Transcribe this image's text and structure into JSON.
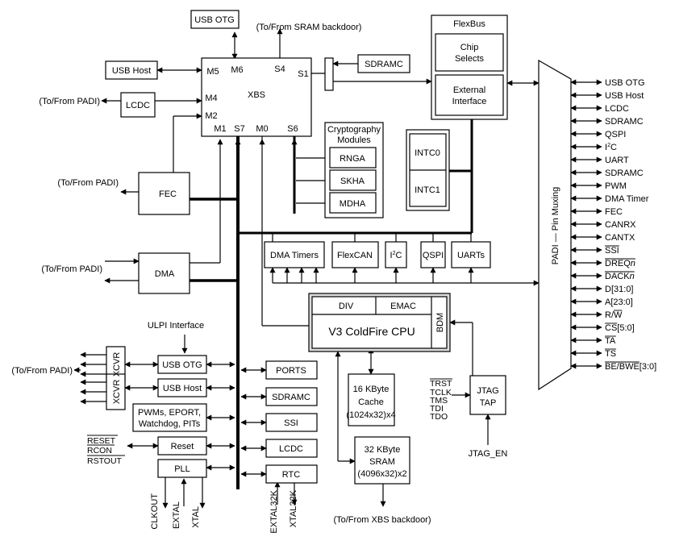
{
  "blocks": {
    "usb_otg_top": "USB OTG",
    "sram_backdoor": "(To/From SRAM backdoor)",
    "xbs": "XBS",
    "usb_host_top": "USB Host",
    "lcdc_top": "LCDC",
    "fec": "FEC",
    "dma": "DMA",
    "sdramc_top": "SDRAMC",
    "flexbus": "FlexBus",
    "chip_selects": [
      "Chip",
      "Selects"
    ],
    "external_interface": [
      "External",
      "Interface"
    ],
    "crypto_title": [
      "Cryptography",
      "Modules"
    ],
    "rnga": "RNGA",
    "skha": "SKHA",
    "mdha": "MDHA",
    "intc0": "INTC0",
    "intc1": "INTC1",
    "dma_timers": "DMA Timers",
    "flexcan": "FlexCAN",
    "i2c_base": "I",
    "i2c_sup": "2",
    "i2c_tail": "C",
    "qspi": "QSPI",
    "uarts": "UARTs",
    "div": "DIV",
    "emac": "EMAC",
    "bdm": "BDM",
    "cpu": "V3 ColdFire CPU",
    "cache": [
      "16 KByte",
      "Cache",
      "(1024x32)x4"
    ],
    "sram": [
      "32 KByte",
      "SRAM",
      "(4096x32)x2"
    ],
    "xbs_backdoor": "(To/From XBS backdoor)",
    "jtag": [
      "JTAG",
      "TAP"
    ],
    "jtag_en": "JTAG_EN",
    "ulpi": "ULPI Interface",
    "usb_otg_bottom": "USB OTG",
    "usb_host_bottom": "USB Host",
    "xcvr": "XCVR",
    "pwms": [
      "PWMs, EPORT,",
      "Watchdog, PITs"
    ],
    "reset": "Reset",
    "pll": "PLL",
    "ports": "PORTS",
    "sdramc_bottom": "SDRAMC",
    "ssi": "SSI",
    "lcdc_bottom": "LCDC",
    "rtc": "RTC",
    "padi_mux": "PADI — Pin Muxing"
  },
  "ports": {
    "m5": "M5",
    "m6": "M6",
    "s4": "S4",
    "s1": "S1",
    "m4": "M4",
    "m2": "M2",
    "m1": "M1",
    "s7": "S7",
    "m0": "M0",
    "s6": "S6"
  },
  "external_labels": {
    "padi_1": "(To/From PADI)",
    "padi_2": "(To/From PADI)",
    "padi_3": "(To/From PADI)",
    "padi_4": "(To/From PADI)"
  },
  "reset_signals": [
    "RESET",
    "RCON",
    "RSTOUT"
  ],
  "clock_signals": [
    "CLKOUT",
    "EXTAL",
    "XTAL"
  ],
  "rtc_signals": [
    "EXTAL32K",
    "XTAL32K"
  ],
  "jtag_signals": [
    "TRST",
    "TCLK",
    "TMS",
    "TDI",
    "TDO"
  ],
  "pin_signals": [
    {
      "text": "USB OTG"
    },
    {
      "text": "USB Host"
    },
    {
      "text": "LCDC"
    },
    {
      "text": "SDRAMC"
    },
    {
      "text": "QSPI"
    },
    {
      "text": "I",
      "sup": "2",
      "tail": "C"
    },
    {
      "text": "UART"
    },
    {
      "text": "SDRAMC"
    },
    {
      "text": "PWM"
    },
    {
      "text": "DMA Timer"
    },
    {
      "text": "FEC"
    },
    {
      "text": "CANRX"
    },
    {
      "text": "CANTX"
    },
    {
      "text": "SSI",
      "over": true
    },
    {
      "text": "DREQ",
      "italic": "n",
      "over": true
    },
    {
      "text": "DACK",
      "italic": "n",
      "over": true
    },
    {
      "text": "D[31:0]"
    },
    {
      "text": "A[23:0]"
    },
    {
      "text": "R/",
      "overtail": "W"
    },
    {
      "text": "CS",
      "overhead": true,
      "tail": "[5:0]"
    },
    {
      "text": "TA",
      "over": true
    },
    {
      "text": "TS",
      "over": true
    },
    {
      "text": "BE/BWE",
      "overhead": true,
      "tail": "[3:0]"
    }
  ]
}
